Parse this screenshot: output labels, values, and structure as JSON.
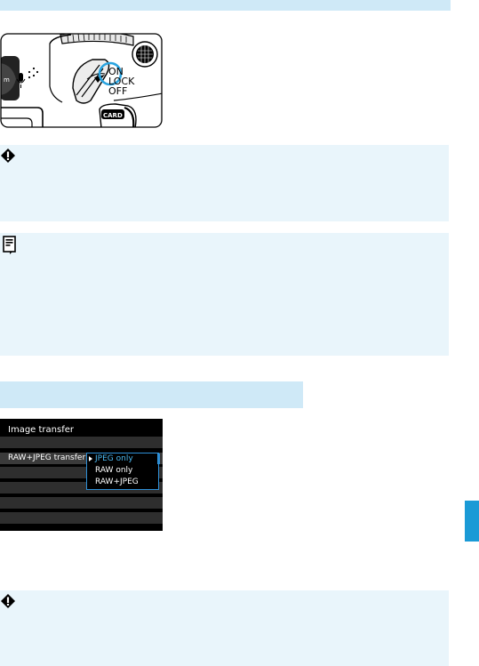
{
  "camera": {
    "labels": [
      "ON",
      "LOCK",
      "OFF"
    ],
    "card_label": "CARD"
  },
  "menu": {
    "title": "Image transfer",
    "setting_label": "RAW+JPEG transfer",
    "options": [
      "JPEG only",
      "RAW only",
      "RAW+JPEG"
    ],
    "selected": "JPEG only"
  },
  "icons": {
    "caution": "caution-icon",
    "memo": "memo-icon",
    "arrow": "right-triangle-icon"
  },
  "colors": {
    "band": "#cfe9f7",
    "note_panel": "#e9f5fb",
    "side_tab": "#1a9ad6",
    "menu_selected": "#4cb8f0"
  }
}
